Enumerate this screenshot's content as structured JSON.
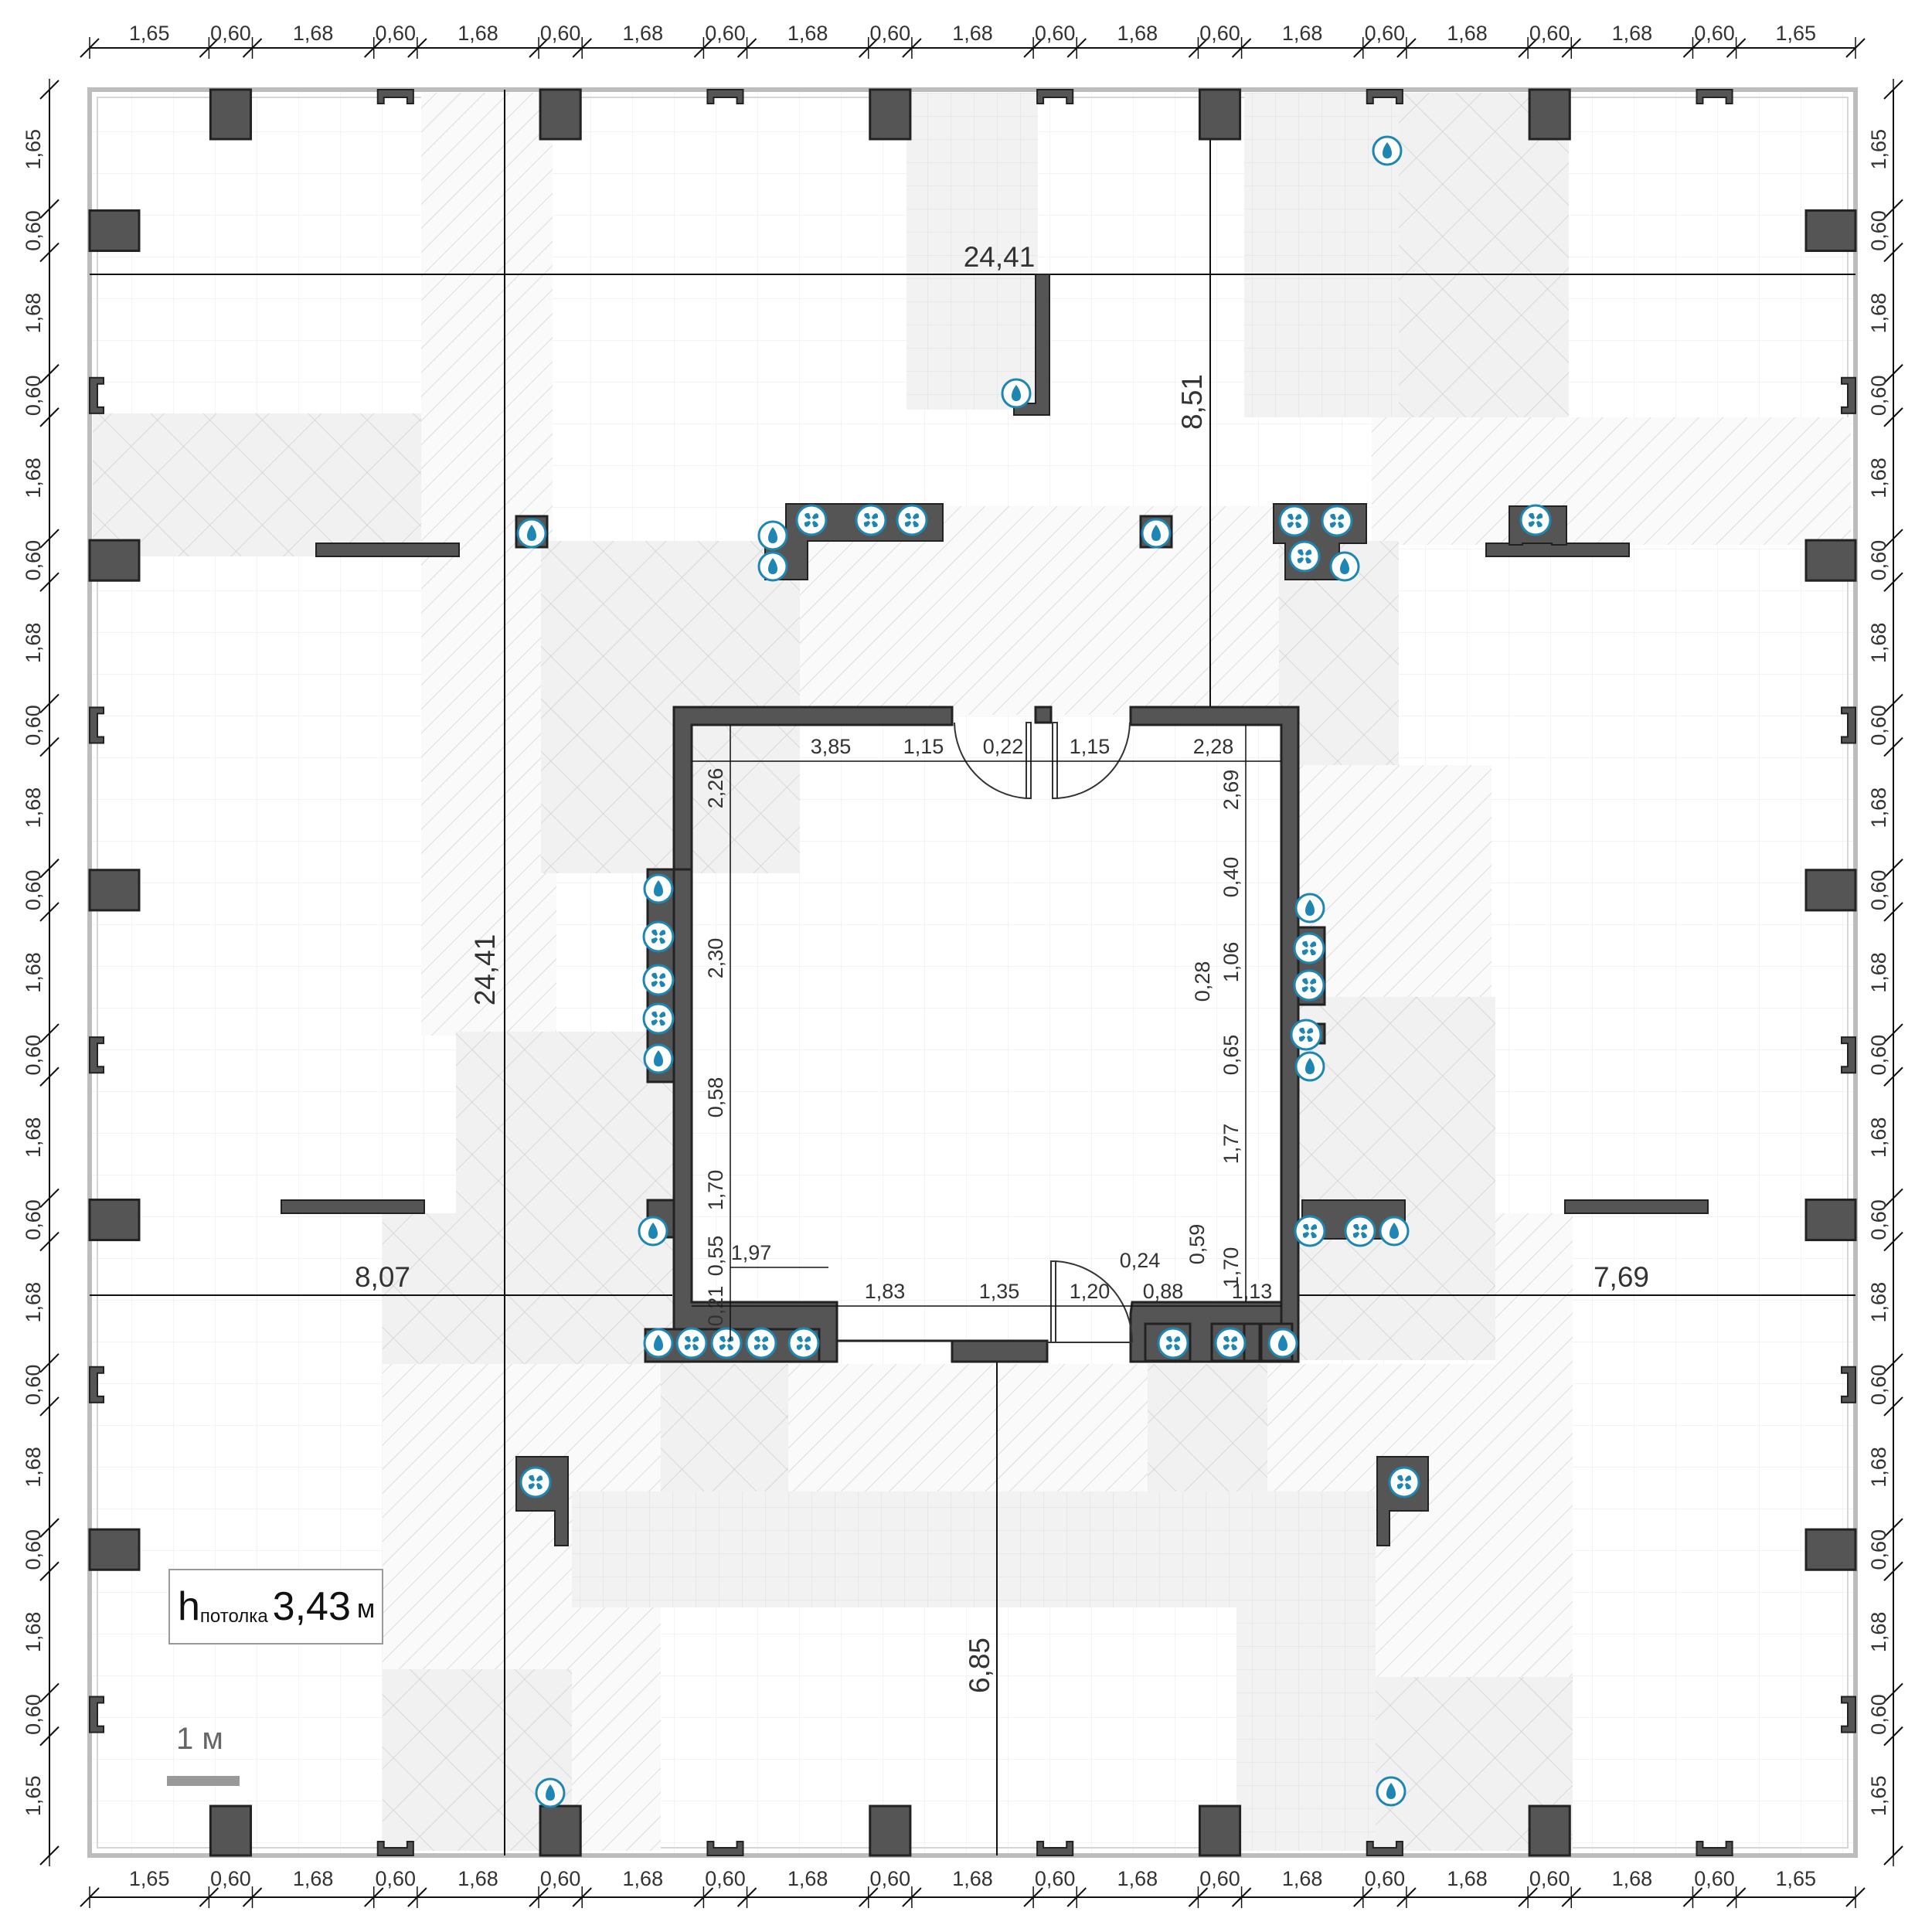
{
  "colors": {
    "wall": "#555555",
    "wall_outline": "#222222",
    "grid": "#e2e2e2",
    "zone_fill": "#f2f2f2",
    "icon_blue": "#1d86b3",
    "dim_line": "#111111"
  },
  "dimensions": {
    "top": [
      "1,65",
      "0,60",
      "1,68",
      "0,60",
      "1,68",
      "0,60",
      "1,68",
      "0,60",
      "1,68",
      "0,60",
      "1,68",
      "0,60",
      "1,68",
      "0,60",
      "1,68",
      "0,60",
      "1,68",
      "0,60",
      "1,68",
      "0,60",
      "1,65"
    ],
    "bottom": [
      "1,65",
      "0,60",
      "1,68",
      "0,60",
      "1,68",
      "0,60",
      "1,68",
      "0,60",
      "1,68",
      "0,60",
      "1,68",
      "0,60",
      "1,68",
      "0,60",
      "1,68",
      "0,60",
      "1,68",
      "0,60",
      "1,68",
      "0,60",
      "1,65"
    ],
    "left": [
      "1,65",
      "0,60",
      "1,68",
      "0,60",
      "1,68",
      "0,60",
      "1,68",
      "0,60",
      "1,68",
      "0,60",
      "1,68",
      "0,60",
      "1,68",
      "0,60",
      "1,68",
      "0,60",
      "1,68",
      "0,60",
      "1,68",
      "0,60",
      "1,65"
    ],
    "right": [
      "1,65",
      "0,60",
      "1,68",
      "0,60",
      "1,68",
      "0,60",
      "1,68",
      "0,60",
      "1,68",
      "0,60",
      "1,68",
      "0,60",
      "1,68",
      "0,60",
      "1,68",
      "0,60",
      "1,68",
      "0,60",
      "1,68",
      "0,60",
      "1,65"
    ],
    "overall_horizontal": "24,41",
    "overall_vertical": "24,41",
    "top_gap": "8,51",
    "bottom_gap": "6,85",
    "left_gap": "8,07",
    "right_gap": "7,69",
    "core_top": [
      "3,85",
      "1,15",
      "0,22",
      "1,15",
      "2,28"
    ],
    "core_left": [
      "2,26",
      "2,30",
      "0,58",
      "1,70",
      "0,55",
      "0,21"
    ],
    "core_right": [
      "2,69",
      "0,40",
      "1,06",
      "0,28",
      "0,65",
      "1,77",
      "0,59",
      "1,70"
    ],
    "core_bottom": [
      "1,97",
      "1,83",
      "1,35",
      "1,20",
      "0,24",
      "0,88",
      "1,13"
    ]
  },
  "ceiling": {
    "prefix": "h",
    "subscript": "потолка",
    "value": "3,43",
    "unit": "м"
  },
  "scale": {
    "label": "1 м"
  }
}
